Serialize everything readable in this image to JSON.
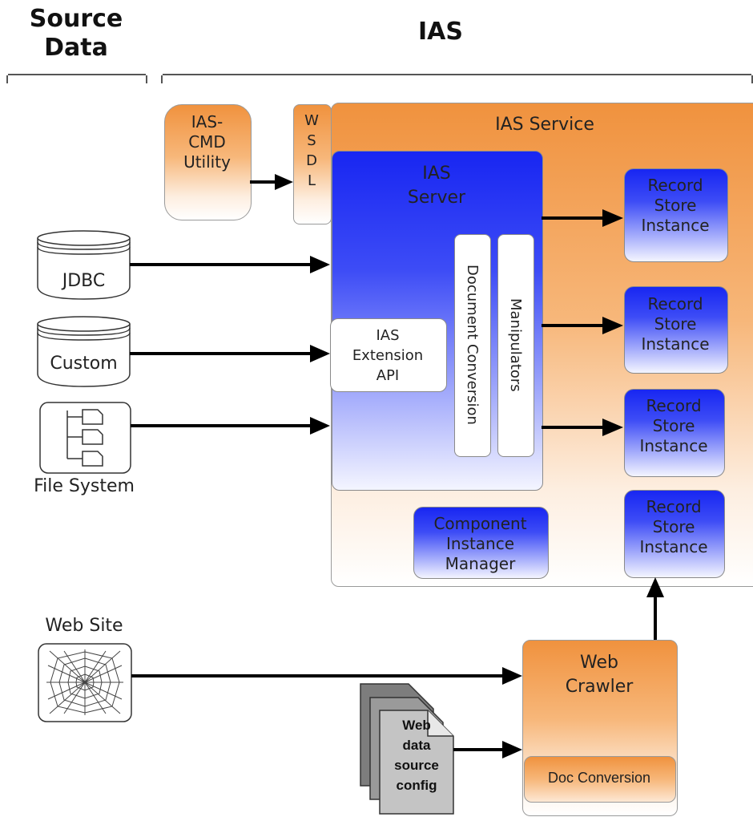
{
  "headers": {
    "source_data": "Source\nData",
    "ias": "IAS"
  },
  "ias_service": {
    "title": "IAS Service"
  },
  "ias_cmd": {
    "label": "IAS-\nCMD\nUtility"
  },
  "wsdl": {
    "label": "W\nS\nD\nL"
  },
  "ias_server": {
    "title": "IAS\nServer",
    "extension_api": "IAS\nExtension\nAPI",
    "document_conversion": "Document Conversion",
    "manipulators": "Manipulators"
  },
  "record_stores": [
    {
      "label": "Record\nStore\nInstance"
    },
    {
      "label": "Record\nStore\nInstance"
    },
    {
      "label": "Record\nStore\nInstance"
    },
    {
      "label": "Record\nStore\nInstance"
    }
  ],
  "component_manager": {
    "label": "Component\nInstance\nManager"
  },
  "sources": {
    "jdbc": "JDBC",
    "custom": "Custom",
    "file_system": "File System",
    "web_site": "Web Site"
  },
  "web_crawler": {
    "title": "Web\nCrawler",
    "doc_conversion": "Doc Conversion"
  },
  "config_docs": {
    "label": "Web\ndata\nsource\nconfig"
  },
  "icons": [
    "database-icon",
    "folder-tree-icon",
    "spider-web-icon",
    "document-stack-icon"
  ]
}
